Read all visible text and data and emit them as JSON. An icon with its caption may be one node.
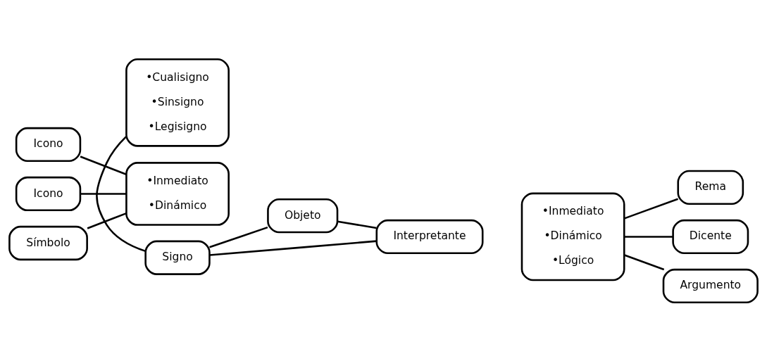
{
  "diagram": {
    "nodes": [
      {
        "text": [
          "•Cualisigno",
          "•Sinsigno",
          "•Legisigno"
        ]
      },
      {
        "text": [
          "Signo"
        ]
      },
      {
        "text": [
          "Icono"
        ]
      },
      {
        "text": [
          "Icono"
        ]
      },
      {
        "text": [
          "Símbolo"
        ]
      },
      {
        "text": [
          "•Inmediato",
          "•Dinámico"
        ]
      },
      {
        "text": [
          "Objeto"
        ]
      },
      {
        "text": [
          "Interpretante"
        ]
      },
      {
        "text": [
          "•Inmediato",
          "•Dinámico",
          "•Lógico"
        ]
      },
      {
        "text": [
          "Rema"
        ]
      },
      {
        "text": [
          "Dicente"
        ]
      },
      {
        "text": [
          "Argumento"
        ]
      }
    ],
    "edges": [
      {
        "from": 0,
        "to": 1,
        "arrow": "none"
      },
      {
        "from": 1,
        "to": 6,
        "arrow": "none"
      },
      {
        "from": 1,
        "to": 7,
        "arrow": "none"
      },
      {
        "from": 6,
        "to": 7,
        "arrow": "none"
      },
      {
        "from": 2,
        "to": 5,
        "arrow": "none"
      },
      {
        "from": 3,
        "to": 5,
        "arrow": "none"
      },
      {
        "from": 4,
        "to": 5,
        "arrow": "none"
      },
      {
        "from": 8,
        "to": 9,
        "arrow": "none"
      },
      {
        "from": 8,
        "to": 10,
        "arrow": "none"
      },
      {
        "from": 8,
        "to": 11,
        "arrow": "none"
      }
    ]
  }
}
